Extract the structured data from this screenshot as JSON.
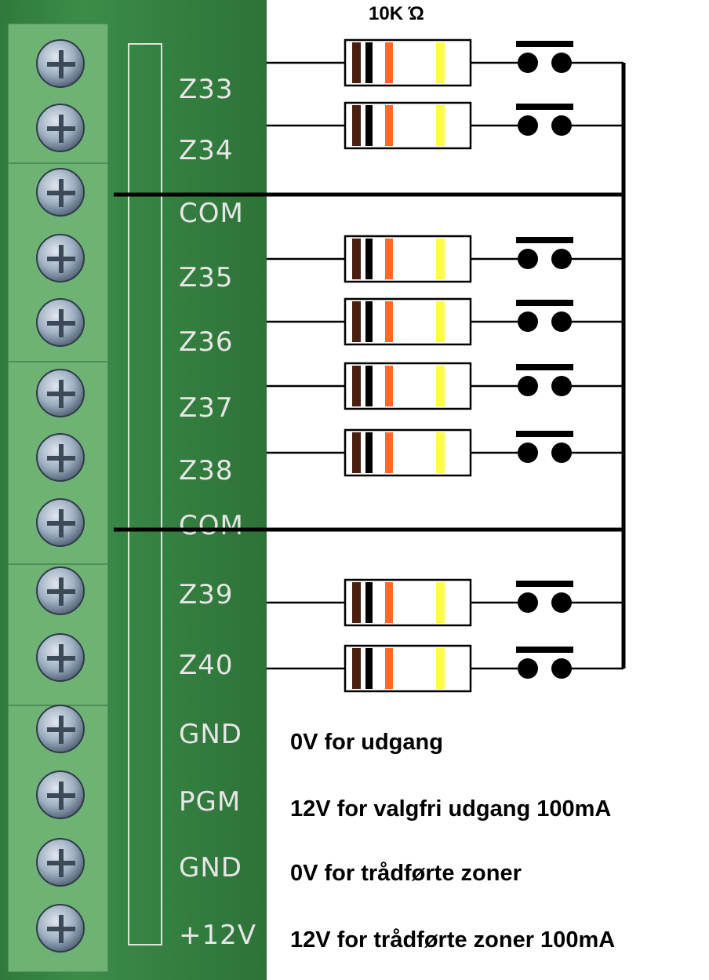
{
  "diagram": {
    "resistor_value_label": "10K Ώ",
    "terminals": [
      {
        "label": "Z33"
      },
      {
        "label": "Z34"
      },
      {
        "label": "COM"
      },
      {
        "label": "Z35"
      },
      {
        "label": "Z36"
      },
      {
        "label": "Z37"
      },
      {
        "label": "Z38"
      },
      {
        "label": "COM"
      },
      {
        "label": "Z39"
      },
      {
        "label": "Z40"
      },
      {
        "label": "GND"
      },
      {
        "label": "PGM"
      },
      {
        "label": "GND"
      },
      {
        "label": "+12V"
      }
    ],
    "notes": [
      "0V for udgang",
      "12V for valgfri udgang 100mA",
      "0V for trådførte zoner",
      "12V for trådførte zoner 100mA"
    ],
    "colors": {
      "resistor_band_1": "#4a1f10",
      "resistor_band_2": "#000000",
      "resistor_band_3": "#ff6a2a",
      "resistor_band_4": "#ffff44",
      "wire": "#000000",
      "pcb_green": "#3b8c49",
      "terminal_block": "#6fb374"
    }
  }
}
